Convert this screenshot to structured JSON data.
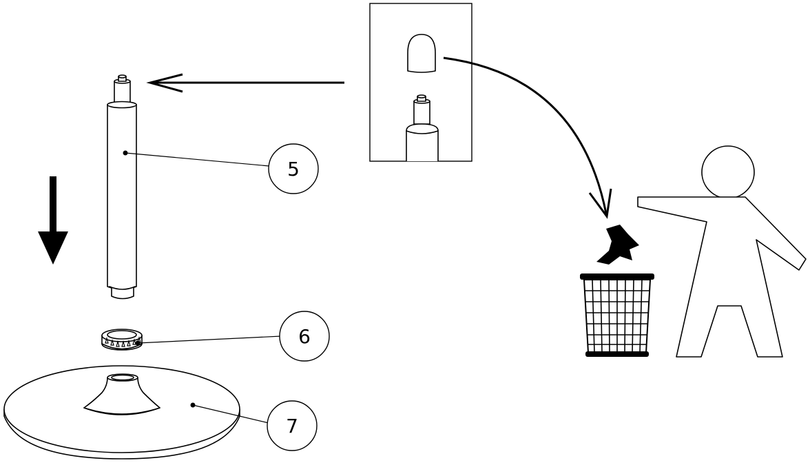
{
  "callouts": [
    {
      "id": "5",
      "label": "5",
      "part": "tube"
    },
    {
      "id": "6",
      "label": "6",
      "part": "ring-nut"
    },
    {
      "id": "7",
      "label": "7",
      "part": "base"
    }
  ],
  "icons": [
    "arrow-down-icon",
    "arrow-left-icon",
    "curved-arrow-icon",
    "trash-bin-icon",
    "person-icon",
    "cap-detail-icon"
  ]
}
